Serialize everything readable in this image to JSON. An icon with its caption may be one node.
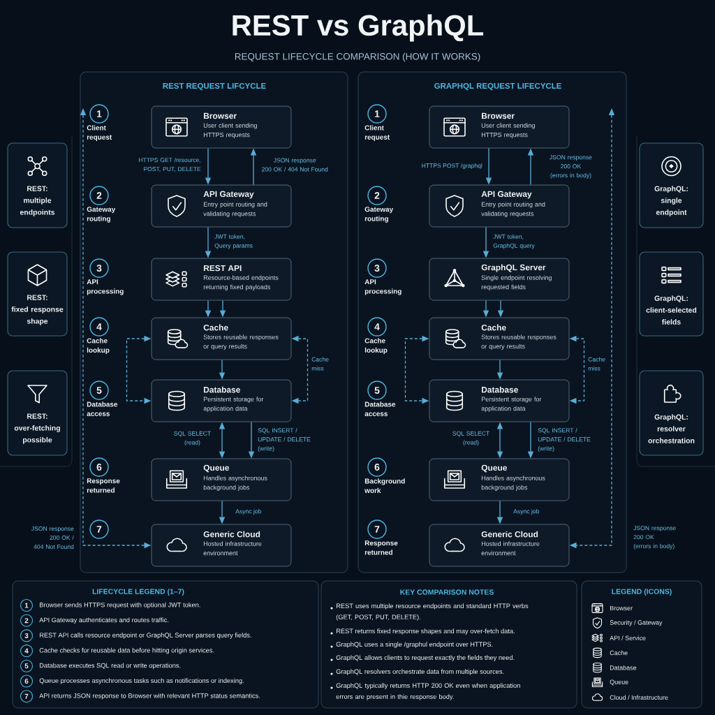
{
  "diagram": {
    "title": "REST vs GraphQL",
    "nodes": [
      {
        "text": [
          "REST REQUEST LIFCYCLE"
        ]
      },
      {
        "text": [
          "Browser",
          "User client sending HTTPS requests"
        ],
        "in": 0
      },
      {
        "text": [
          "API Gateway",
          "Entry point routing and validating requests"
        ],
        "in": 0
      },
      {
        "text": [
          "REST API",
          "Resource-based endpoints returning fixed payloads"
        ],
        "in": 0
      },
      {
        "text": [
          "Cache",
          "Stores reusable responses or query results"
        ],
        "in": 0
      },
      {
        "text": [
          "Database",
          "Persistent storage for application data"
        ],
        "in": 0
      },
      {
        "text": [
          "Queue",
          "Handles asynchronous background jobs"
        ],
        "in": 0
      },
      {
        "text": [
          "Generic Cloud",
          "Hosted infrastructure environment"
        ],
        "in": 0
      },
      {
        "text": [
          "1"
        ],
        "beside": [
          "Client request"
        ],
        "in": 0
      },
      {
        "text": [
          "2"
        ],
        "beside": [
          "Gateway routing"
        ],
        "in": 0
      },
      {
        "text": [
          "3"
        ],
        "beside": [
          "API processing"
        ],
        "in": 0
      },
      {
        "text": [
          "4"
        ],
        "beside": [
          "Cache lookup"
        ],
        "in": 0
      },
      {
        "text": [
          "5"
        ],
        "beside": [
          "Database access"
        ],
        "in": 0
      },
      {
        "text": [
          "6"
        ],
        "beside": [
          "Response returned"
        ],
        "in": 0
      },
      {
        "text": [
          "7"
        ],
        "in": 0
      },
      {
        "text": [
          "GRAPHQL REQUEST LIFECYCLE"
        ]
      },
      {
        "text": [
          "Browser",
          "User client sending HTTPS requests"
        ],
        "in": 15
      },
      {
        "text": [
          "API Gateway",
          "Entry point routing and validating requests"
        ],
        "in": 15
      },
      {
        "text": [
          "GraphQL Server",
          "Single endpoint resolving requested fields"
        ],
        "in": 15
      },
      {
        "text": [
          "Cache",
          "Stores reusable responses or query results"
        ],
        "in": 15
      },
      {
        "text": [
          "Database",
          "Persistent storage for application data"
        ],
        "in": 15
      },
      {
        "text": [
          "Queue",
          "Handles asynchronous background jobs"
        ],
        "in": 15
      },
      {
        "text": [
          "Generic Cloud",
          "Hosted infrastructure environment"
        ],
        "in": 15
      },
      {
        "text": [
          "1"
        ],
        "beside": [
          "Client request"
        ],
        "in": 15
      },
      {
        "text": [
          "2"
        ],
        "beside": [
          "Gateway routing"
        ],
        "in": 15
      },
      {
        "text": [
          "3"
        ],
        "beside": [
          "API processing"
        ],
        "in": 15
      },
      {
        "text": [
          "4"
        ],
        "beside": [
          "Cache lookup"
        ],
        "in": 15
      },
      {
        "text": [
          "5"
        ],
        "beside": [
          "Database access"
        ],
        "in": 15
      },
      {
        "text": [
          "6"
        ],
        "beside": [
          "Background work"
        ],
        "in": 15
      },
      {
        "text": [
          "7"
        ],
        "beside": [
          "Response returned"
        ],
        "in": 15
      },
      {
        "text": [
          "REST: multiple endpoints"
        ]
      },
      {
        "text": [
          "REST: fixed response shape"
        ]
      },
      {
        "text": [
          "REST: over-fetching possible"
        ]
      },
      {
        "text": [
          "GraphQL: single endpoint"
        ]
      },
      {
        "text": [
          "GraphQL: client-selected fields"
        ]
      },
      {
        "text": [
          "GraphQL: resolver orchestration"
        ]
      },
      {
        "text": [
          "LIFECYCLE LEGEND (1–7)"
        ]
      },
      {
        "text": [
          "1"
        ],
        "beside": [
          "Browser sends HTTPS request with optional JWT token."
        ],
        "in": 36
      },
      {
        "text": [
          "2"
        ],
        "beside": [
          "API Gateway authenticates and routes traffic."
        ],
        "in": 36
      },
      {
        "text": [
          "3"
        ],
        "beside": [
          "REST API calls resource endpoint or GraphQL Server parses query fields."
        ],
        "in": 36
      },
      {
        "text": [
          "4"
        ],
        "beside": [
          "Cache checks for reusable data before hitting origin services."
        ],
        "in": 36
      },
      {
        "text": [
          "5"
        ],
        "beside": [
          "Database executes SQL read or write operations."
        ],
        "in": 36
      },
      {
        "text": [
          "6"
        ],
        "beside": [
          "Queue processes asynchronous tasks such as notifications or indexing."
        ],
        "in": 36
      },
      {
        "text": [
          "7"
        ],
        "beside": [
          "API returns JSON response to Browser with relevant HTTP status semantics."
        ],
        "in": 36
      },
      {
        "text": [
          "KEY COMPARISON NOTES",
          "REST uses multiple resource endpoints and standard HTTP verbs (GET, POST, PUT, DELETE).",
          "REST returns fixed response shapes and may over-fetch data.",
          "GraphQL uses a single /graphul endpoint over HTTPS.",
          "GraphQL allows clients to request exactly the fields they need.",
          "GraphQL resolvers orchestrate data from multiple sources.",
          "GraphQL typically returns HTTP 200 OK even when application errors are present in thie response body."
        ]
      },
      {
        "text": [
          "LEGEND (ICONS)"
        ]
      }
    ],
    "edges": [
      {
        "from": 1,
        "to": 2,
        "arrow": "to",
        "label": "HTTPS GET /resource, POST, PUT, DELETE"
      },
      {
        "from": 2,
        "to": 1,
        "arrow": "to",
        "label": "JSON response 200 OK / 404 Not Found"
      },
      {
        "from": 2,
        "to": 3,
        "arrow": "to",
        "label": "JWT token, Query params"
      },
      {
        "from": 3,
        "to": 4,
        "arrow": "to"
      },
      {
        "from": 3,
        "to": 4,
        "arrow": "to"
      },
      {
        "from": 4,
        "to": 5,
        "arrow": "to"
      },
      {
        "from": 4,
        "to": 5,
        "arrow": "both",
        "style": "dashed"
      },
      {
        "from": 4,
        "to": 5,
        "arrow": "both",
        "style": "dashed",
        "label": "Cache miss"
      },
      {
        "from": 5,
        "to": 6,
        "arrow": "both",
        "label": "SQL SELECT (read)"
      },
      {
        "from": 5,
        "to": 6,
        "arrow": "to",
        "label": "SQL INSERT / UPDATE / DELETE (write)"
      },
      {
        "from": 6,
        "to": 7,
        "arrow": "to",
        "label": "Async job"
      },
      {
        "from": null,
        "to": 7,
        "arrow": "both",
        "style": "dashed",
        "label": "JSON response 200 OK / 404 Not Found"
      },
      {
        "from": 16,
        "to": 17,
        "arrow": "to",
        "label": "HTTPS POST /graphql"
      },
      {
        "from": 17,
        "to": 16,
        "arrow": "to",
        "label": "JSON response 200 OK (errors in body)"
      },
      {
        "from": 17,
        "to": 18,
        "arrow": "to",
        "label": "JWT token, GraphQL query"
      },
      {
        "from": 18,
        "to": 19,
        "arrow": "to"
      },
      {
        "from": 18,
        "to": 19,
        "arrow": "to"
      },
      {
        "from": 19,
        "to": 20,
        "arrow": "to"
      },
      {
        "from": 19,
        "to": 20,
        "arrow": "both",
        "style": "dashed"
      },
      {
        "from": 19,
        "to": 20,
        "arrow": "both",
        "style": "dashed",
        "label": "Cache miss"
      },
      {
        "from": 20,
        "to": 21,
        "arrow": "both",
        "label": "SQL SELECT (read)"
      },
      {
        "from": 20,
        "to": 21,
        "arrow": "to",
        "label": "SQL INSERT / UPDATE / DELETE (write)"
      },
      {
        "from": 21,
        "to": 22,
        "arrow": "to",
        "label": "Async job"
      },
      {
        "from": null,
        "to": 22,
        "arrow": "both",
        "style": "dashed",
        "label": "JSON response 200 OK (errors in body)"
      }
    ],
    "labels": [
      "REQUEST LIFECYCLE COMPARISON (HOW IT WORKS)"
    ],
    "legend": [
      {
        "text": "Browser"
      },
      {
        "text": "Security / Gateway"
      },
      {
        "text": "API / Service"
      },
      {
        "text": "Cache"
      },
      {
        "text": "Database"
      },
      {
        "text": "Queue"
      },
      {
        "text": "Cloud / Infrastructure"
      }
    ]
  }
}
